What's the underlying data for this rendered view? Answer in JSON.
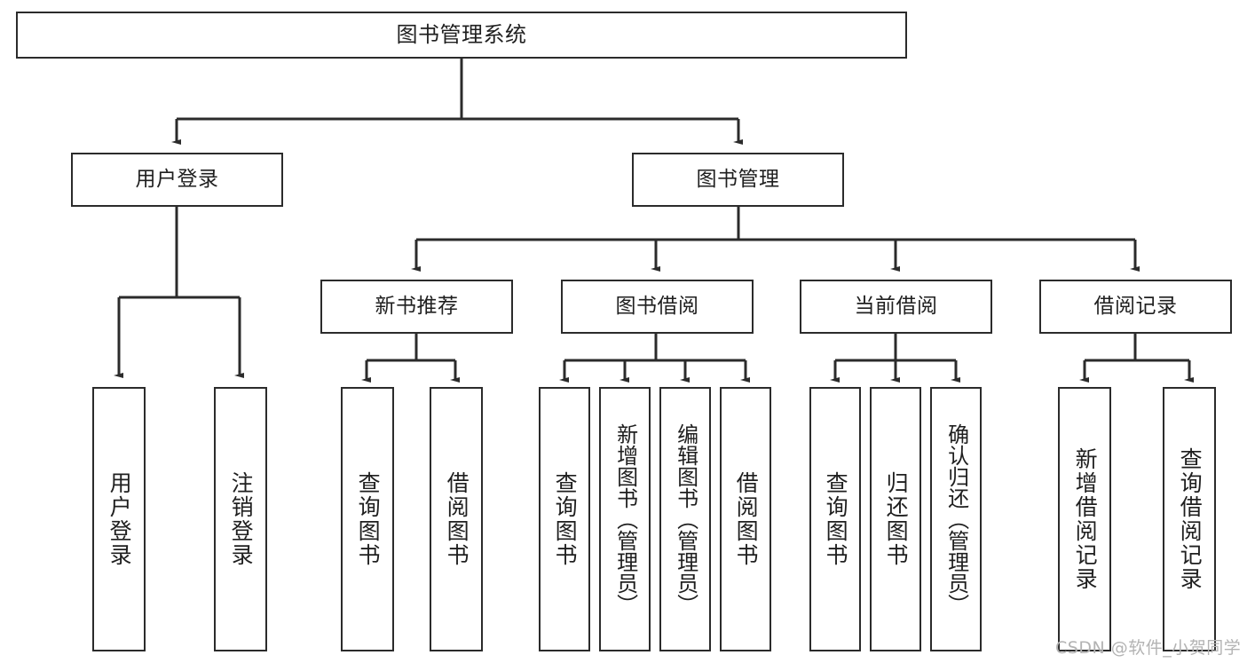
{
  "diagram": {
    "title": "图书管理系统",
    "type": "tree-hierarchy",
    "background_color": "#ffffff",
    "line_color": "#2b2b2b",
    "box_border_color": "#2b2b2b",
    "text_color": "#1f1f1f"
  },
  "nodes": {
    "root": {
      "label": "图书管理系统"
    },
    "level1": [
      {
        "label": "用户登录"
      },
      {
        "label": "图书管理"
      }
    ],
    "level2": [
      {
        "label": "新书推荐"
      },
      {
        "label": "图书借阅"
      },
      {
        "label": "当前借阅"
      },
      {
        "label": "借阅记录"
      }
    ],
    "leaves": {
      "user_login": [
        {
          "label": "用户登录"
        },
        {
          "label": "注销登录"
        }
      ],
      "new_book": [
        {
          "label": "查询图书"
        },
        {
          "label": "借阅图书"
        }
      ],
      "borrow": [
        {
          "label": "查询图书"
        },
        {
          "label": "新增图书（管理员）"
        },
        {
          "label": "编辑图书（管理员）"
        },
        {
          "label": "借阅图书"
        }
      ],
      "current": [
        {
          "label": "查询图书"
        },
        {
          "label": "归还图书"
        },
        {
          "label": "确认归还（管理员）"
        }
      ],
      "records": [
        {
          "label": "新增借阅记录"
        },
        {
          "label": "查询借阅记录"
        }
      ]
    }
  },
  "watermark": {
    "text": "CSDN @软件_小贺同学"
  }
}
